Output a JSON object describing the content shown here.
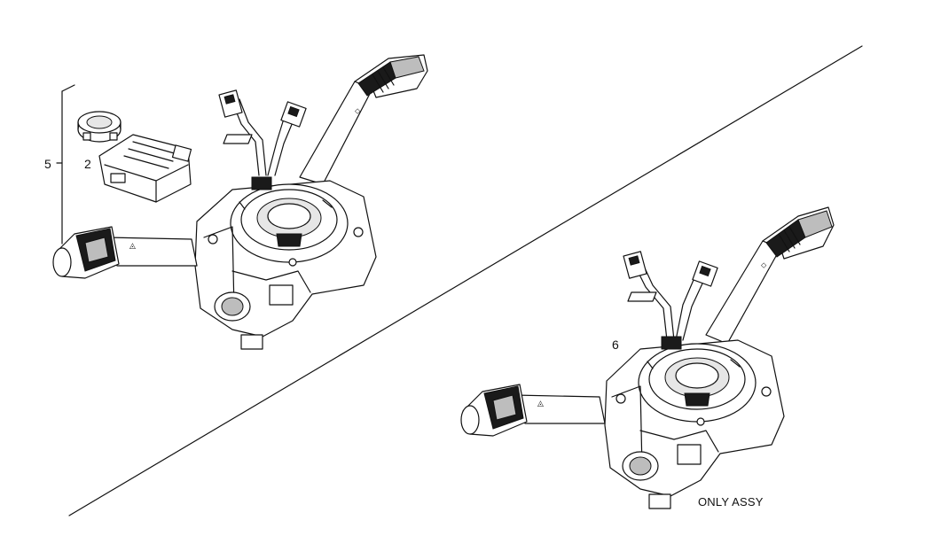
{
  "callouts": {
    "item_5": "5",
    "item_2": "2",
    "item_6": "6"
  },
  "note": "ONLY ASSY",
  "colors": {
    "line": "#111111",
    "background": "#ffffff"
  }
}
